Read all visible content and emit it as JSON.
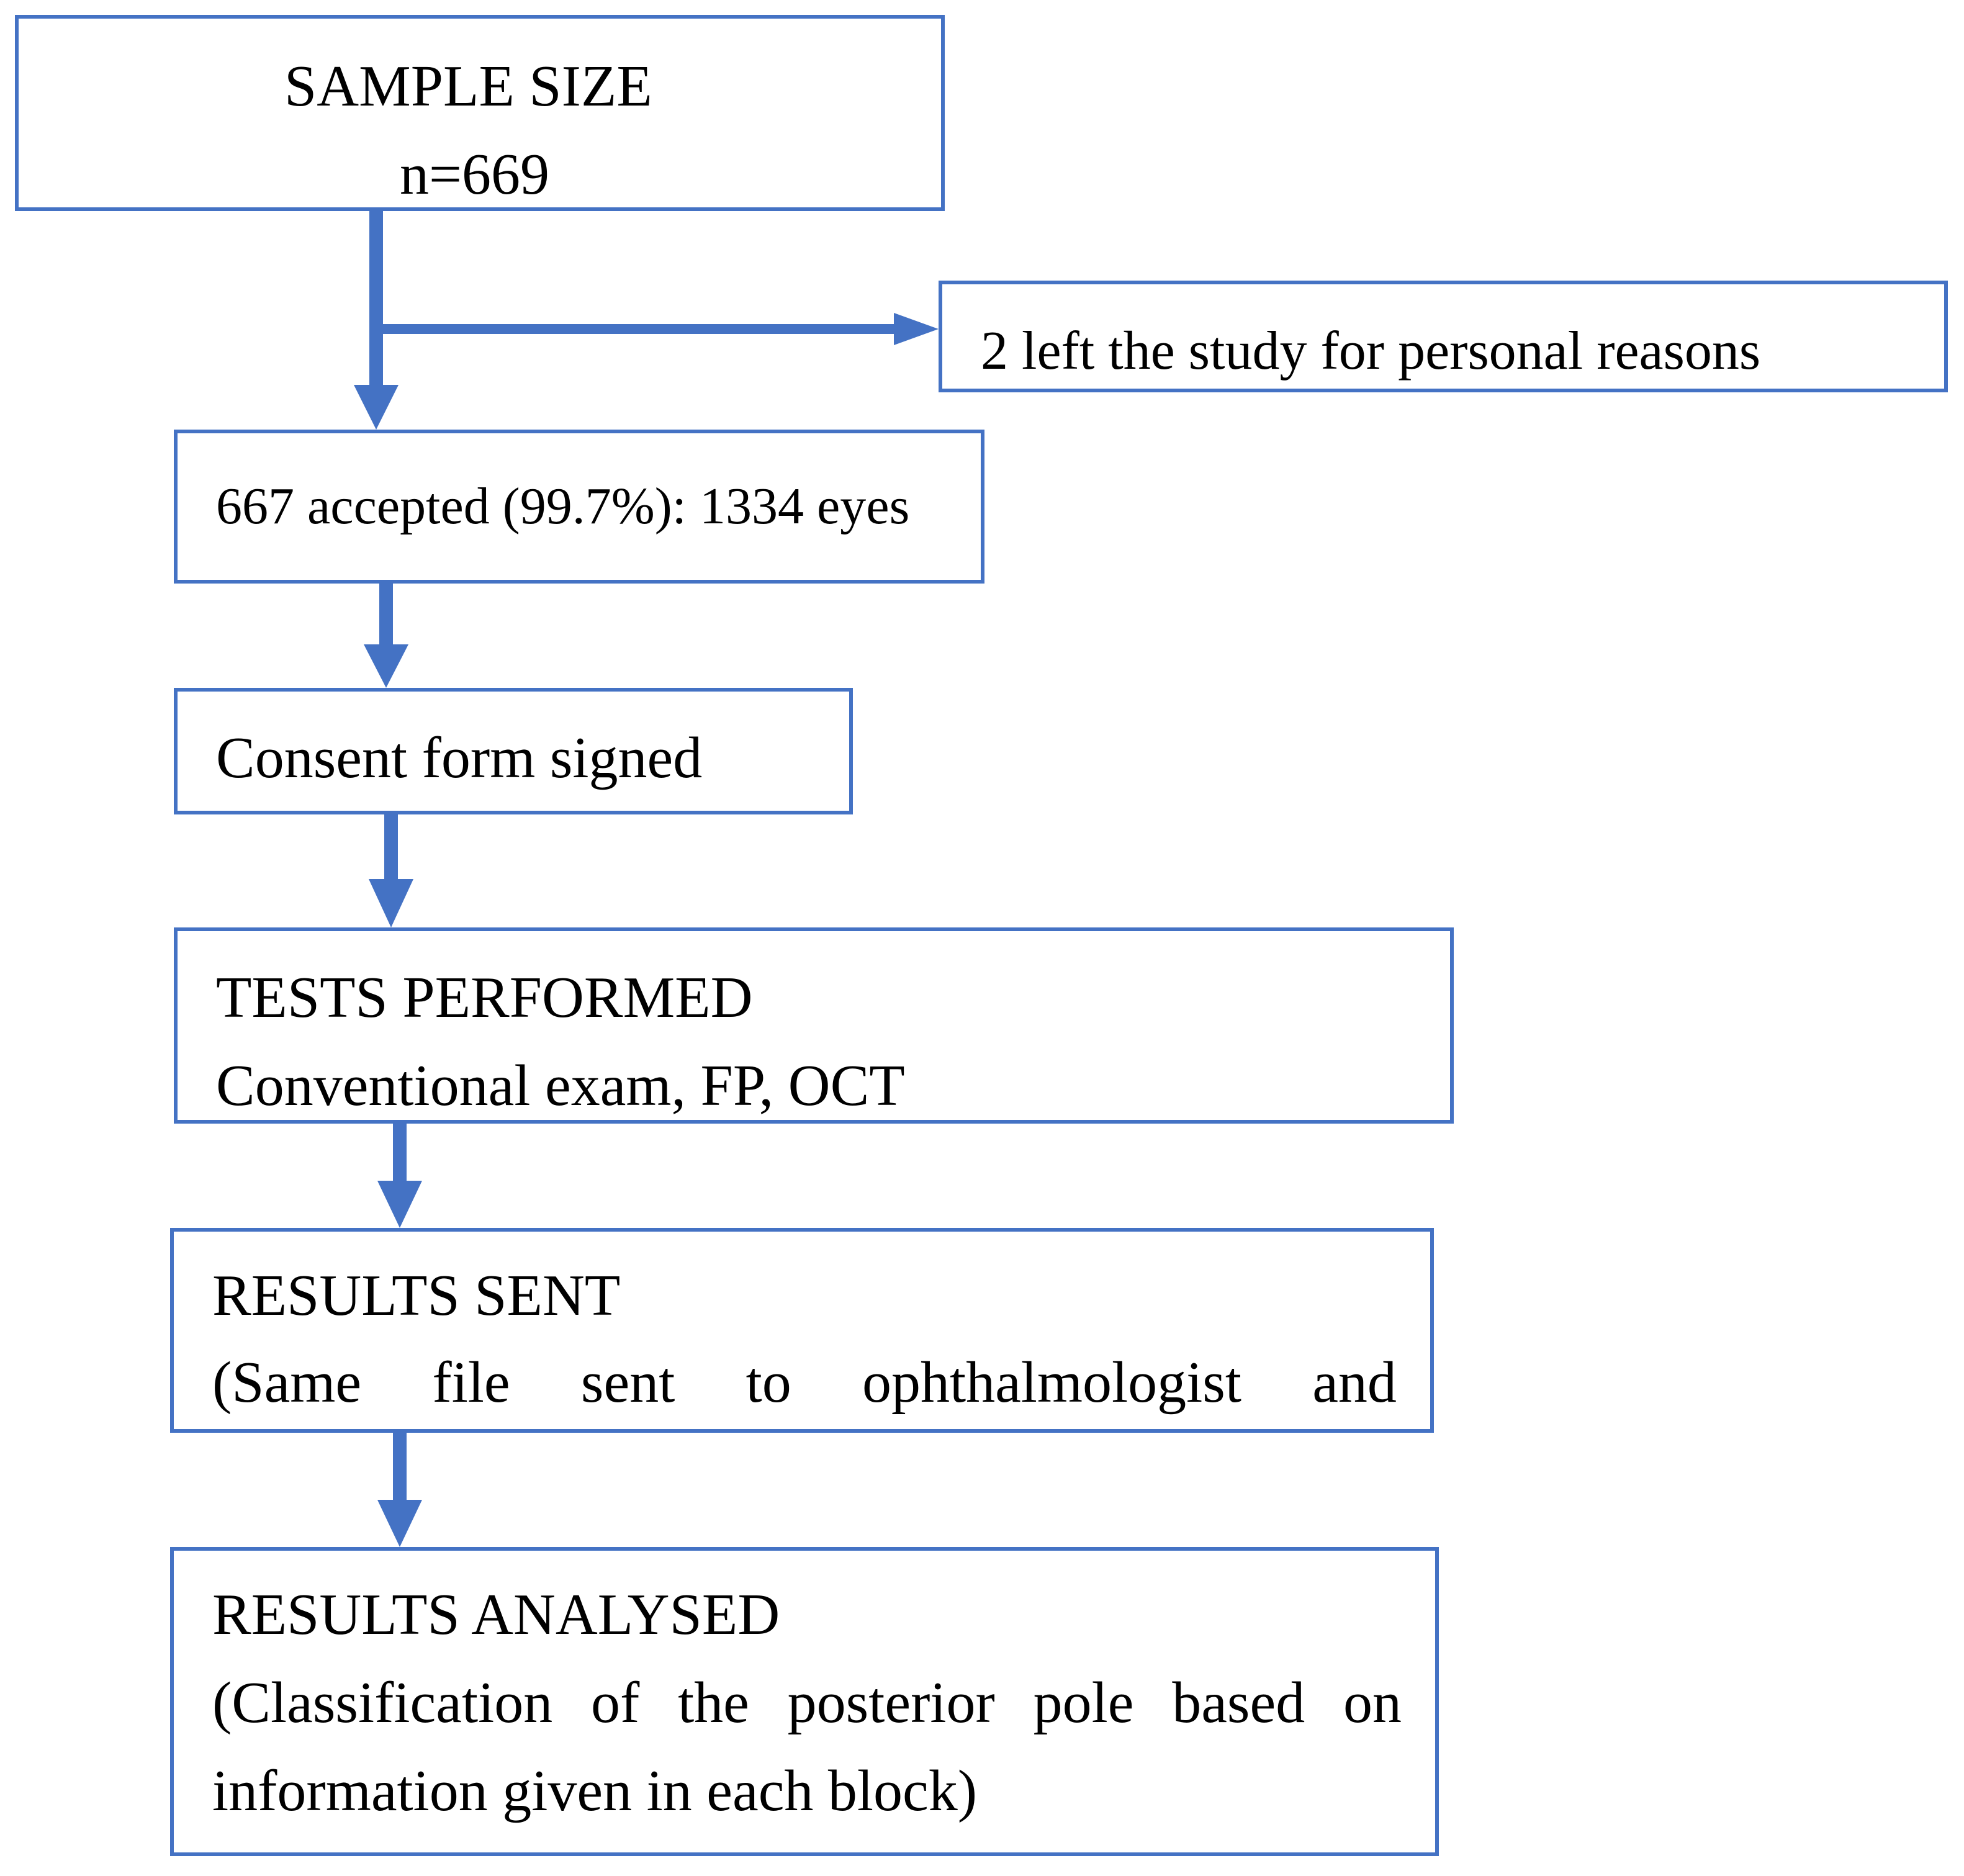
{
  "diagram": {
    "colors": {
      "border": "#4472c4",
      "arrow": "#4472c4",
      "text": "#000000",
      "background": "#ffffff"
    },
    "boxes": {
      "sample_size": {
        "title": "SAMPLE SIZE",
        "count": "n=669"
      },
      "left_study": {
        "text": "2 left the study for personal reasons"
      },
      "accepted": {
        "text": "667 accepted (99.7%): 1334 eyes"
      },
      "consent": {
        "text": "Consent form signed"
      },
      "tests": {
        "title": "TESTS PERFORMED",
        "detail": "Conventional exam, FP, OCT"
      },
      "results_sent": {
        "title": "RESULTS SENT",
        "detail_words": [
          "(Same",
          "file",
          "sent",
          "to",
          "ophthalmologist",
          "and"
        ]
      },
      "results_analysed": {
        "title": "RESULTS ANALYSED",
        "detail_line1_words": [
          "(Classification",
          "of",
          "the",
          "posterior",
          "pole",
          "based",
          "on"
        ],
        "detail_line2": "information given in each block)"
      }
    }
  }
}
